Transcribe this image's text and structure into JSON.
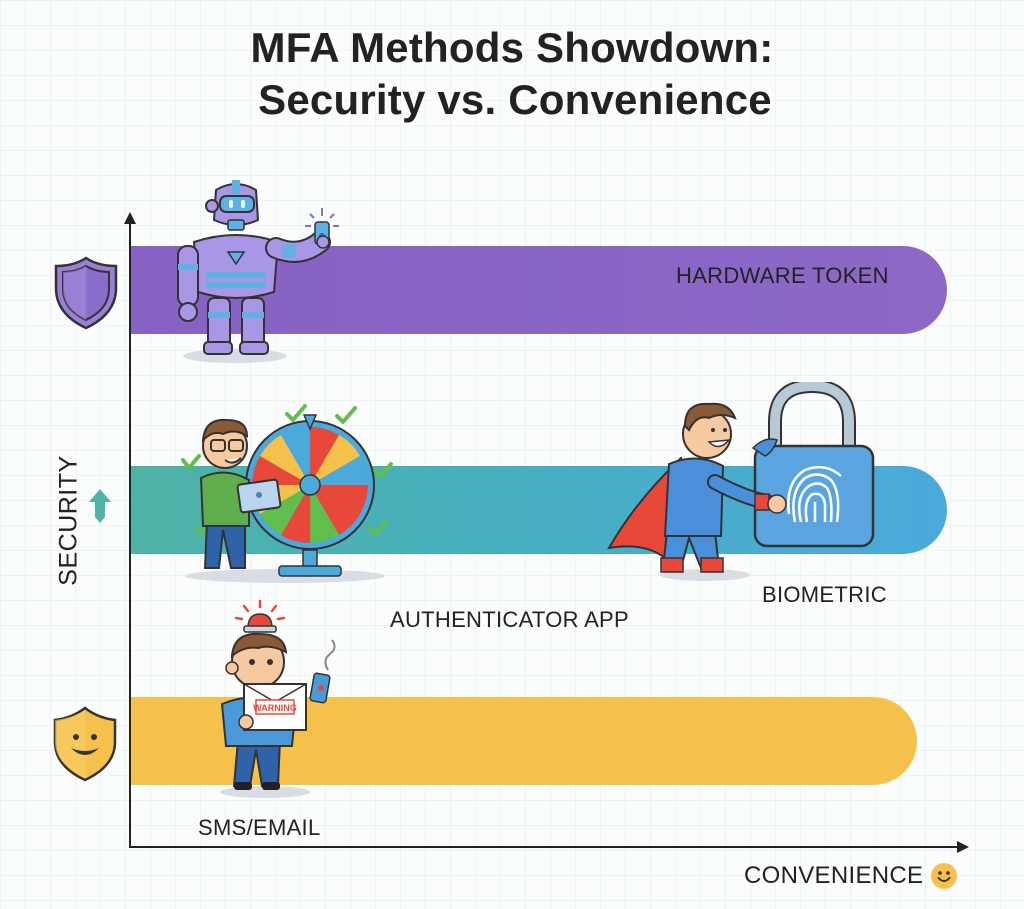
{
  "title": {
    "line1": "MFA Methods Showdown:",
    "line2": "Security vs. Convenience"
  },
  "axes": {
    "y_label": "SECURITY",
    "x_label": "CONVENIENCE",
    "y_icon": "up-arrow-icon",
    "x_icon": "smiley-icon"
  },
  "methods": [
    {
      "name": "HARDWARE TOKEN",
      "security_rank": 1,
      "color": "#8763c5",
      "illustration": "robot-holding-token",
      "side_icon": "purple-shield-icon"
    },
    {
      "name": "AUTHENTICATOR APP",
      "security_rank": 2,
      "color": "#4fb3a5",
      "illustration": "man-with-tablet-and-prize-wheel"
    },
    {
      "name": "BIOMETRIC",
      "security_rank": 2,
      "color": "#4ba9dc",
      "illustration": "superhero-with-fingerprint-padlock"
    },
    {
      "name": "SMS/EMAIL",
      "security_rank": 3,
      "color": "#f5c14a",
      "illustration": "worried-man-with-envelope-and-phone",
      "side_icon": "smiling-yellow-shield-icon"
    }
  ],
  "envelope_text": "WARNING",
  "colors": {
    "hardware": "#8763c5",
    "authenticator": "#4fb3a5",
    "biometric": "#4ba9dc",
    "sms": "#f5c14a",
    "axis": "#222222",
    "arrow": "#4fb3a5"
  }
}
